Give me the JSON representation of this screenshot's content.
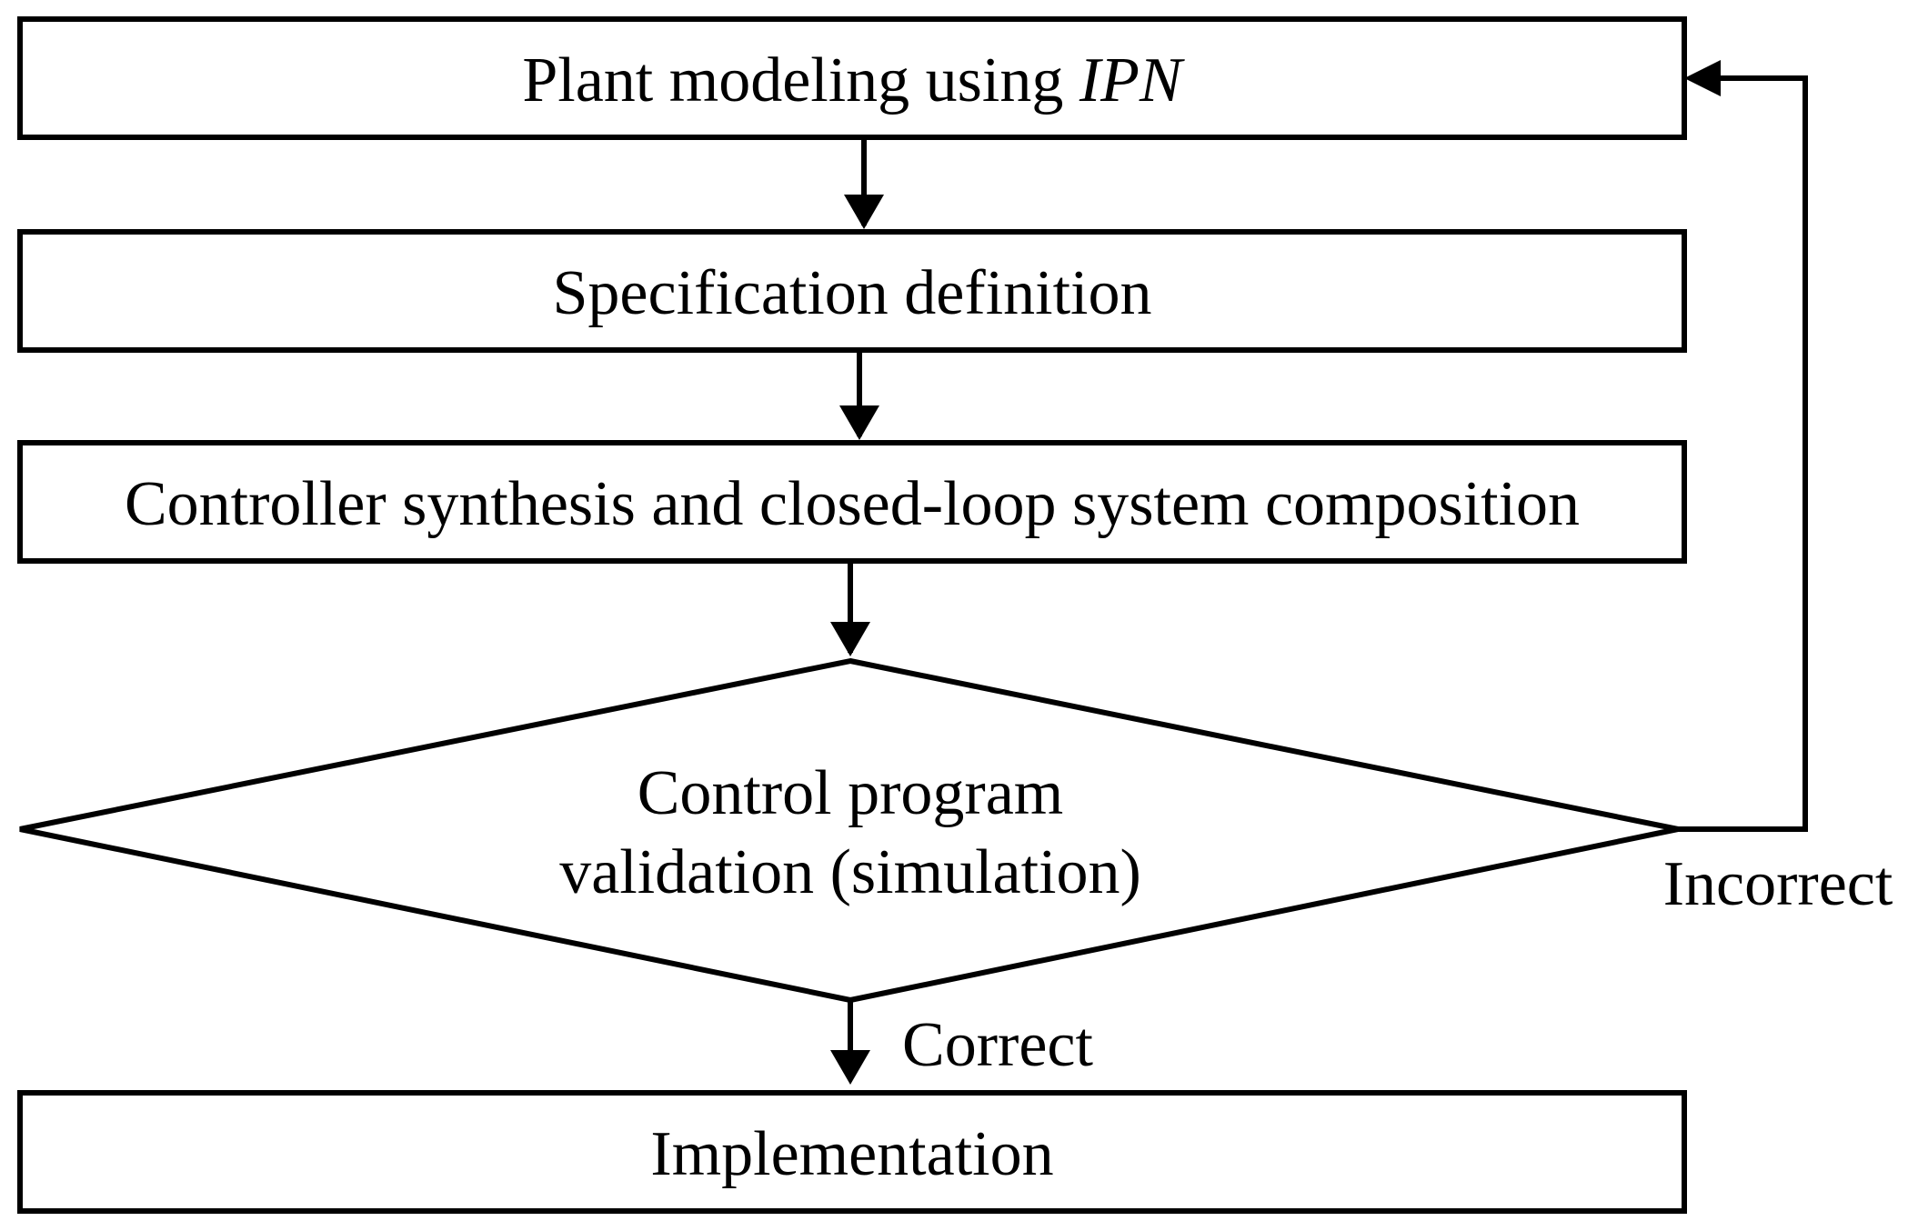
{
  "diagram": {
    "steps": [
      {
        "text": "Plant modeling using ",
        "emphasis": "IPN"
      },
      {
        "text": "Specification definition"
      },
      {
        "text": "Controller synthesis and closed-loop system composition"
      }
    ],
    "decision": {
      "line1": "Control program",
      "line2": "validation (simulation)"
    },
    "labels": {
      "correct": "Correct",
      "incorrect": "Incorrect"
    },
    "final_step": "Implementation"
  }
}
